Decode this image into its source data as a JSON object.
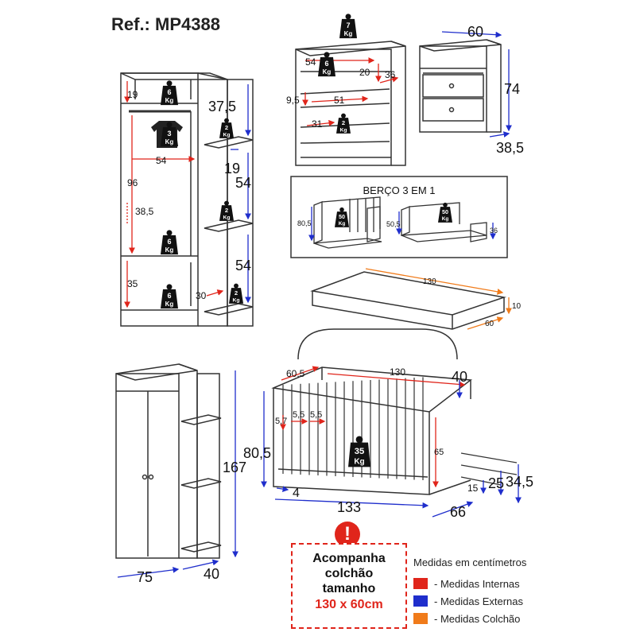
{
  "ref": "Ref.: MP4388",
  "colors": {
    "internal": "#e0251b",
    "external": "#1f2ecc",
    "mattress": "#f07b1a",
    "line": "#333333"
  },
  "badges": {
    "dresser_top": {
      "num": "7",
      "unit": "Kg"
    },
    "dresser_d1": {
      "num": "6",
      "unit": "Kg"
    },
    "dresser_d2": {
      "num": "2",
      "unit": "Kg"
    },
    "wardrobe_top": {
      "num": "6",
      "unit": "Kg"
    },
    "wardrobe_rod": {
      "num": "3",
      "unit": "Kg"
    },
    "wardrobe_mid": {
      "num": "6",
      "unit": "Kg"
    },
    "wardrobe_bottom": {
      "num": "6",
      "unit": "Kg"
    },
    "shelf1": {
      "num": "2",
      "unit": "Kg"
    },
    "shelf2": {
      "num": "2",
      "unit": "Kg"
    },
    "shelf3": {
      "num": "2",
      "unit": "Kg"
    },
    "sofa": {
      "num": "50",
      "unit": "Kg"
    },
    "bed": {
      "num": "50",
      "unit": "Kg"
    },
    "crib": {
      "num": "35",
      "unit": "Kg"
    }
  },
  "dims": {
    "wardrobe_19": "19",
    "wardrobe_54": "54",
    "wardrobe_96": "96",
    "wardrobe_385": "38,5",
    "wardrobe_35": "35",
    "shelf_375": "37,5",
    "shelf_19": "19",
    "shelf_54a": "54",
    "shelf_54b": "54",
    "shelf_30": "30",
    "dresser_54": "54",
    "dresser_20": "20",
    "dresser_36": "36",
    "dresser_95": "9,5",
    "dresser_51": "51",
    "dresser_31": "31",
    "night_60": "60",
    "night_74": "74",
    "night_385": "38,5",
    "sofa_805": "80,5",
    "bed_505": "50,5",
    "bed_36": "36",
    "mat_130": "130",
    "mat_10": "10",
    "mat_60": "60",
    "crib_605": "60,5",
    "crib_130": "130",
    "crib_40": "40",
    "crib_57": "5,7",
    "crib_55a": "5,5",
    "crib_55b": "5,5",
    "crib_65": "65",
    "crib_805": "80,5",
    "crib_4": "4",
    "crib_133": "133",
    "crib_66": "66",
    "crib_15": "15",
    "crib_25": "25",
    "crib_345": "34,5",
    "ward_ext_75": "75",
    "ward_ext_40": "40",
    "ward_ext_167": "167"
  },
  "berco_title": "BERÇO 3 EM 1",
  "warning_mark": "!",
  "note": {
    "line1": "Acompanha",
    "line2": "colchão",
    "line3": "tamanho",
    "size": "130 x 60cm"
  },
  "legend": {
    "title": "Medidas em centímetros",
    "items": [
      {
        "label": "- Medidas Internas",
        "color": "#e0251b"
      },
      {
        "label": "- Medidas Externas",
        "color": "#1f2ecc"
      },
      {
        "label": "- Medidas Colchão",
        "color": "#f07b1a"
      }
    ]
  }
}
